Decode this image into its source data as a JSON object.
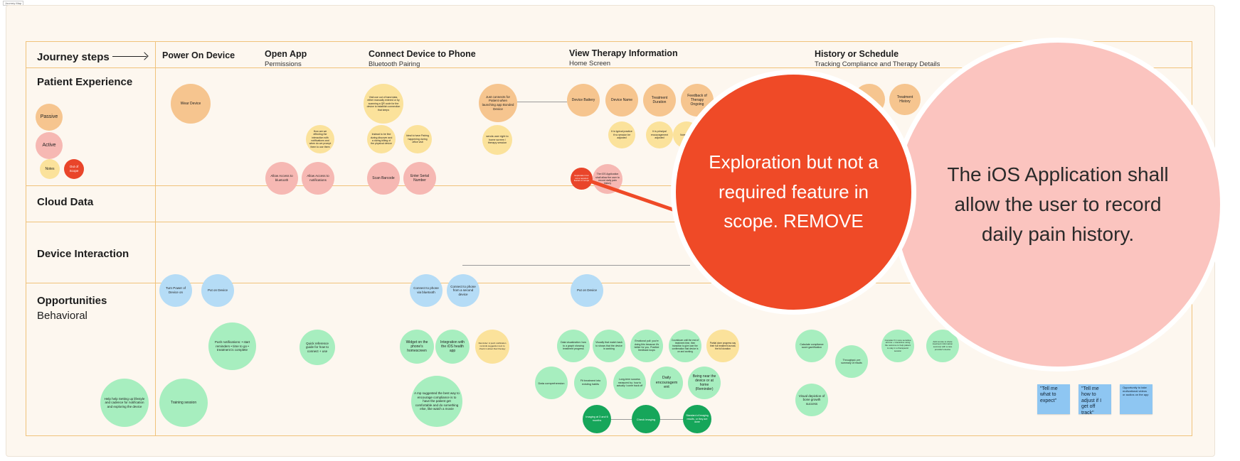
{
  "board_tag": "Journey Map",
  "rows": {
    "journey_steps": "Journey steps",
    "patient_experience": "Patient Experience",
    "cloud_data": "Cloud Data",
    "device_interaction": "Device Interaction",
    "opportunities": "Opportunities",
    "opportunities_sub": "Behavioral"
  },
  "legend": {
    "passive": "Passive",
    "active": "Active",
    "notes": "Notes",
    "out_of_scope": "Out of Scope"
  },
  "steps": [
    {
      "title": "Power On Device",
      "subtitle": ""
    },
    {
      "title": "Open App",
      "subtitle": "Permissions"
    },
    {
      "title": "Connect Device to Phone",
      "subtitle": "Bluetooth Pairing"
    },
    {
      "title": "View Therapy Information",
      "subtitle": "Home Screen"
    },
    {
      "title": "History or Schedule",
      "subtitle": "Tracking Compliance and Therapy Details"
    }
  ],
  "patient_nodes": {
    "wear_device": "Wear Device",
    "notif_note": "How are we effecting the interaction with notifications and when do we prompt them to use them",
    "allow_bluetooth": "Allow Access to bluetooth",
    "allow_notifications": "Allow Access to notifications",
    "qr_note": "Visit use out of band data, either manually entered or by scanning a QR code for the device to establish connection that keeps",
    "scan_note": "Instead to be fine during discover and a during killing of the physical device",
    "ideal_note": "Ideal to have Pairing happening during office visit",
    "scan_barcode": "Scan Barcode",
    "enter_serial": "Enter Serial Number",
    "auto_connect": "Just connects for Patient when launching app Bonded Device",
    "sends_user": "sends user right to home screen / therapy session",
    "device_battery": "Device Battery",
    "device_name": "Device Name",
    "treatment_duration": "Treatment Duration",
    "feedback_ongoing": "Feedback of Therapy Ongoing",
    "note_a": "It is typical practice if no session be adjusted",
    "note_b": "It is principal encouragement adjusted",
    "note_c": "Note status",
    "red_small": "Exploration but not a required feature in scope",
    "pink_small": "The iOS Application shall allow the user to record daily pain history",
    "hist_a": "",
    "hist_b": "Treatment History"
  },
  "device_nodes": {
    "turn_power": "Turn Power of Device on",
    "put_on_device": "Put on Device",
    "connect_bluetooth": "Connect to phone via bluetooth",
    "connect_second": "Connect to phone from a second device",
    "put_on_device_2": "Put on Device"
  },
  "opportunity_nodes": {
    "push_notif": "Push notifications: • start reminders • time to go • treatment is complete",
    "quick_ref": "Quick reference guide for how to connect + use",
    "widget": "Widget on the phone's homescreen",
    "integration": "Integration with the iOS health app",
    "reminder_note": "Reminder: A push notification reminds suggestion text to check in about their therapy",
    "help_setup": "Help help Setting up lifestyle and cadence for notification and exploring the device",
    "training": "Training session",
    "app_suggest": "A mp suggested the best way to encourage compliance is to have the patient get comfortable and do something else, like watch a movie",
    "visual_chart": "Data visualization: how to a graph showing treatment progress",
    "visual_session": "Visually that match back to shows that the device is working",
    "emotional_pull": "Emotional pull: you're doing this because it's better for you. Positive feedback loops",
    "countdown": "Countdown until the end of treatment time, then transition to give user the confirmation that device is on and working",
    "partial_done": "Partial done progress say their full treatment across the full duration",
    "data_comp": "Data comprehension",
    "fit_treatment": "Fit treatment into existing habits",
    "long_term": "Long-term success measured by: how to actually I come back off",
    "daily_encourage": "Daily encouragem ent",
    "being_near": "Being near the device or at home (Reminder)",
    "imaging_3_6": "Imaging at 3 and 6 months",
    "check_imaging": "Check imaging",
    "standard_imaging": "Standard of imaging results, or they are done",
    "calculate": "Calculate compliance score gamification",
    "throughput": "Throughput, pre summary of results",
    "visual_growth": "Visual depiction of bone growth success",
    "consider": "Consider if it more sensitive ell time + interactive using the outcome to help patient to stay in a therapeutic session",
    "add_remote": "Add remote to share treatment information securely with a care provider's device"
  },
  "stickies": [
    "\"Tell me what to expect\"",
    "\"Tell me how to adjust if I get off track\"",
    "Opportunity to take motivational videos or audios on the app"
  ],
  "callouts": {
    "red": "Exploration but not a required feature in scope. REMOVE",
    "pink": "The iOS Application shall allow the user to record daily pain history."
  },
  "colors": {
    "passive": "#f6c58f",
    "active": "#f6b8b3",
    "notes": "#fbe29b",
    "out_of_scope": "#e9452a",
    "device": "#b5dcf6",
    "opportunity": "#a7eebf",
    "milestone": "#16a65a",
    "grid": "#f0c27a"
  }
}
